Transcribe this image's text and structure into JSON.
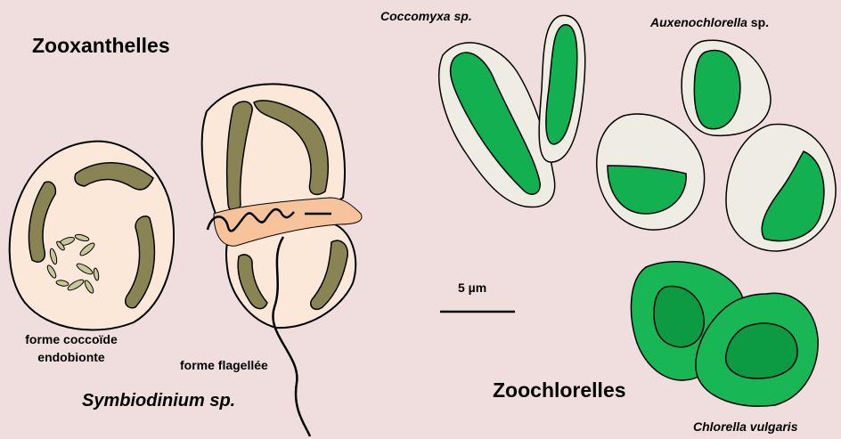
{
  "groups": {
    "zooxanthelles": "Zooxanthelles",
    "zoochlorelles": "Zoochlorelles"
  },
  "labels": {
    "coccoid_line1": "forme coccoïde",
    "coccoid_line2": "endobionte",
    "flagellate": "forme flagellée",
    "symbiodinium": "Symbiodinium sp.",
    "coccomyxa": "Coccomyxa sp.",
    "auxeno_genus": "Auxenochlorella",
    "auxeno_sp": " sp.",
    "chlorella": "Chlorella vulgaris"
  },
  "scale_bar": {
    "label": "5 µm"
  },
  "colors": {
    "background": "#f0dede",
    "zoox_cell": "#fbe8d8",
    "zoox_chloroplast": "#8a8454",
    "girdle": "#f7c39a",
    "zoochl_wall": "#efede3",
    "chloroplast_green": "#12b050",
    "chlorella_cell": "#19b655",
    "pyrenoid": "#0c9a42"
  }
}
